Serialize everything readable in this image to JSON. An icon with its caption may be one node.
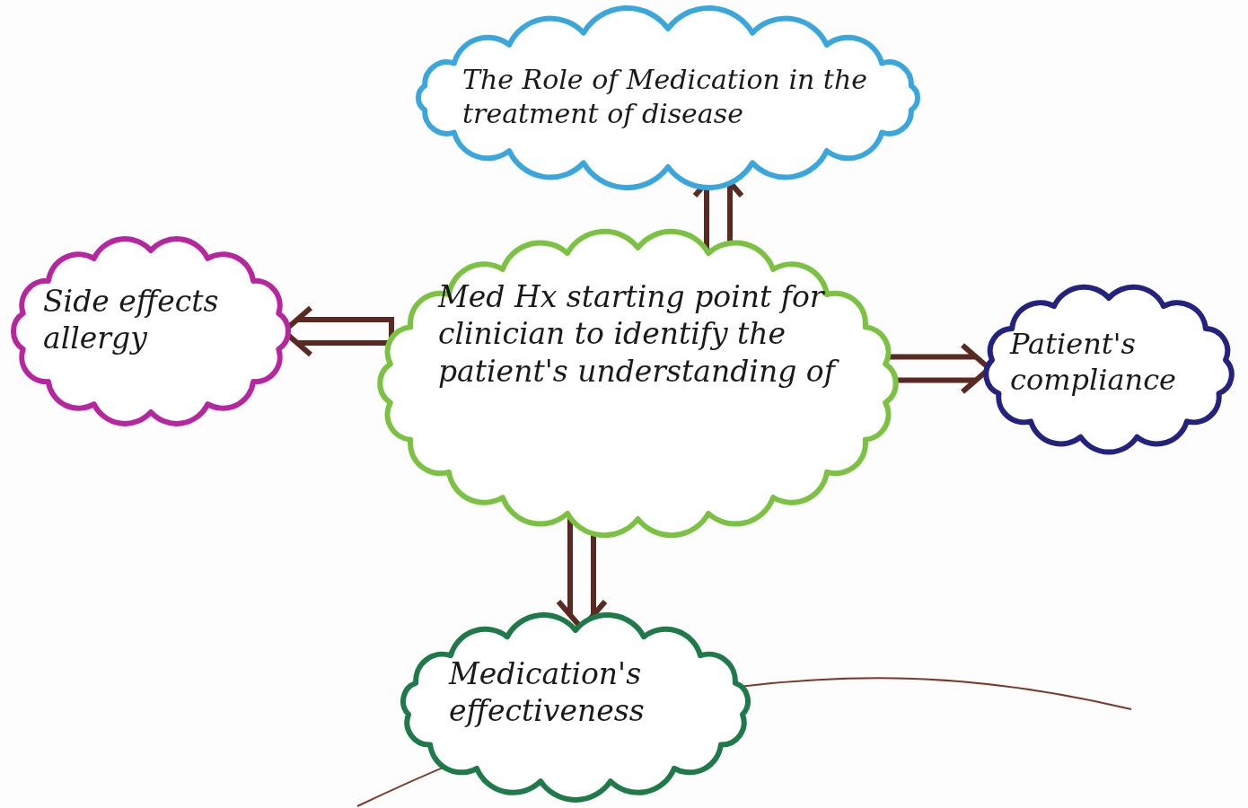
{
  "diagram": {
    "nodes": [
      {
        "text": [
          "The Role of Medication in the treatment of disease"
        ]
      },
      {
        "text": [
          "Med Hx starting point for clinician to identify the patient's understanding of"
        ]
      },
      {
        "text": [
          "Side effects allergy"
        ]
      },
      {
        "text": [
          "Patient's compliance"
        ]
      },
      {
        "text": [
          "Medication's effectiveness"
        ]
      }
    ],
    "edges": [
      {
        "from": 1,
        "to": 0,
        "arrow": "to"
      },
      {
        "from": 1,
        "to": 2,
        "arrow": "to"
      },
      {
        "from": 1,
        "to": 3,
        "arrow": "to"
      },
      {
        "from": 1,
        "to": 4,
        "arrow": "to"
      }
    ]
  }
}
